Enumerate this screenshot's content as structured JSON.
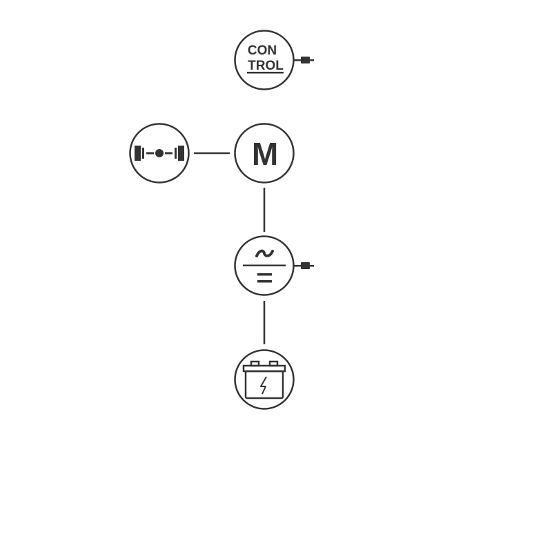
{
  "diagram": {
    "nodes": [
      {
        "id": "control",
        "icon": "control-icon",
        "label_line1": "CON",
        "label_line2": "TROL",
        "has_plug": true
      },
      {
        "id": "motor",
        "icon": "motor-icon",
        "label": "M"
      },
      {
        "id": "axle",
        "icon": "axle-icon"
      },
      {
        "id": "inverter",
        "icon": "inverter-icon",
        "ac_symbol": "~",
        "dc_symbol": "=",
        "has_plug": true
      },
      {
        "id": "battery",
        "icon": "battery-icon"
      }
    ],
    "edges": [
      {
        "from": "axle",
        "to": "motor"
      },
      {
        "from": "motor",
        "to": "inverter"
      },
      {
        "from": "inverter",
        "to": "battery"
      }
    ],
    "colors": {
      "stroke": "#333333",
      "background": "#ffffff"
    }
  }
}
